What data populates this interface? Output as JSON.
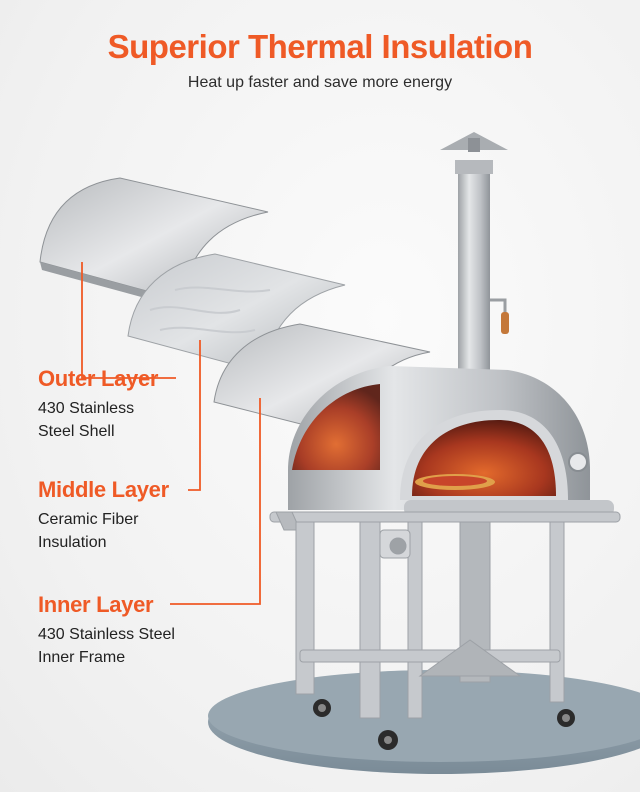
{
  "header": {
    "title": "Superior Thermal Insulation",
    "subtitle": "Heat up faster and save more energy"
  },
  "layers": [
    {
      "title": "Outer Layer",
      "line1": "430 Stainless",
      "line2": "Steel Shell"
    },
    {
      "title": "Middle Layer",
      "line1": "Ceramic Fiber",
      "line2": "Insulation"
    },
    {
      "title": "Inner Layer",
      "line1": "430 Stainless Steel",
      "line2": "Inner Frame"
    }
  ],
  "colors": {
    "accent": "#ef5a26",
    "steel": "#c9cbce",
    "oven_interior": "#b8452a",
    "platform": "#8a9aa6"
  }
}
